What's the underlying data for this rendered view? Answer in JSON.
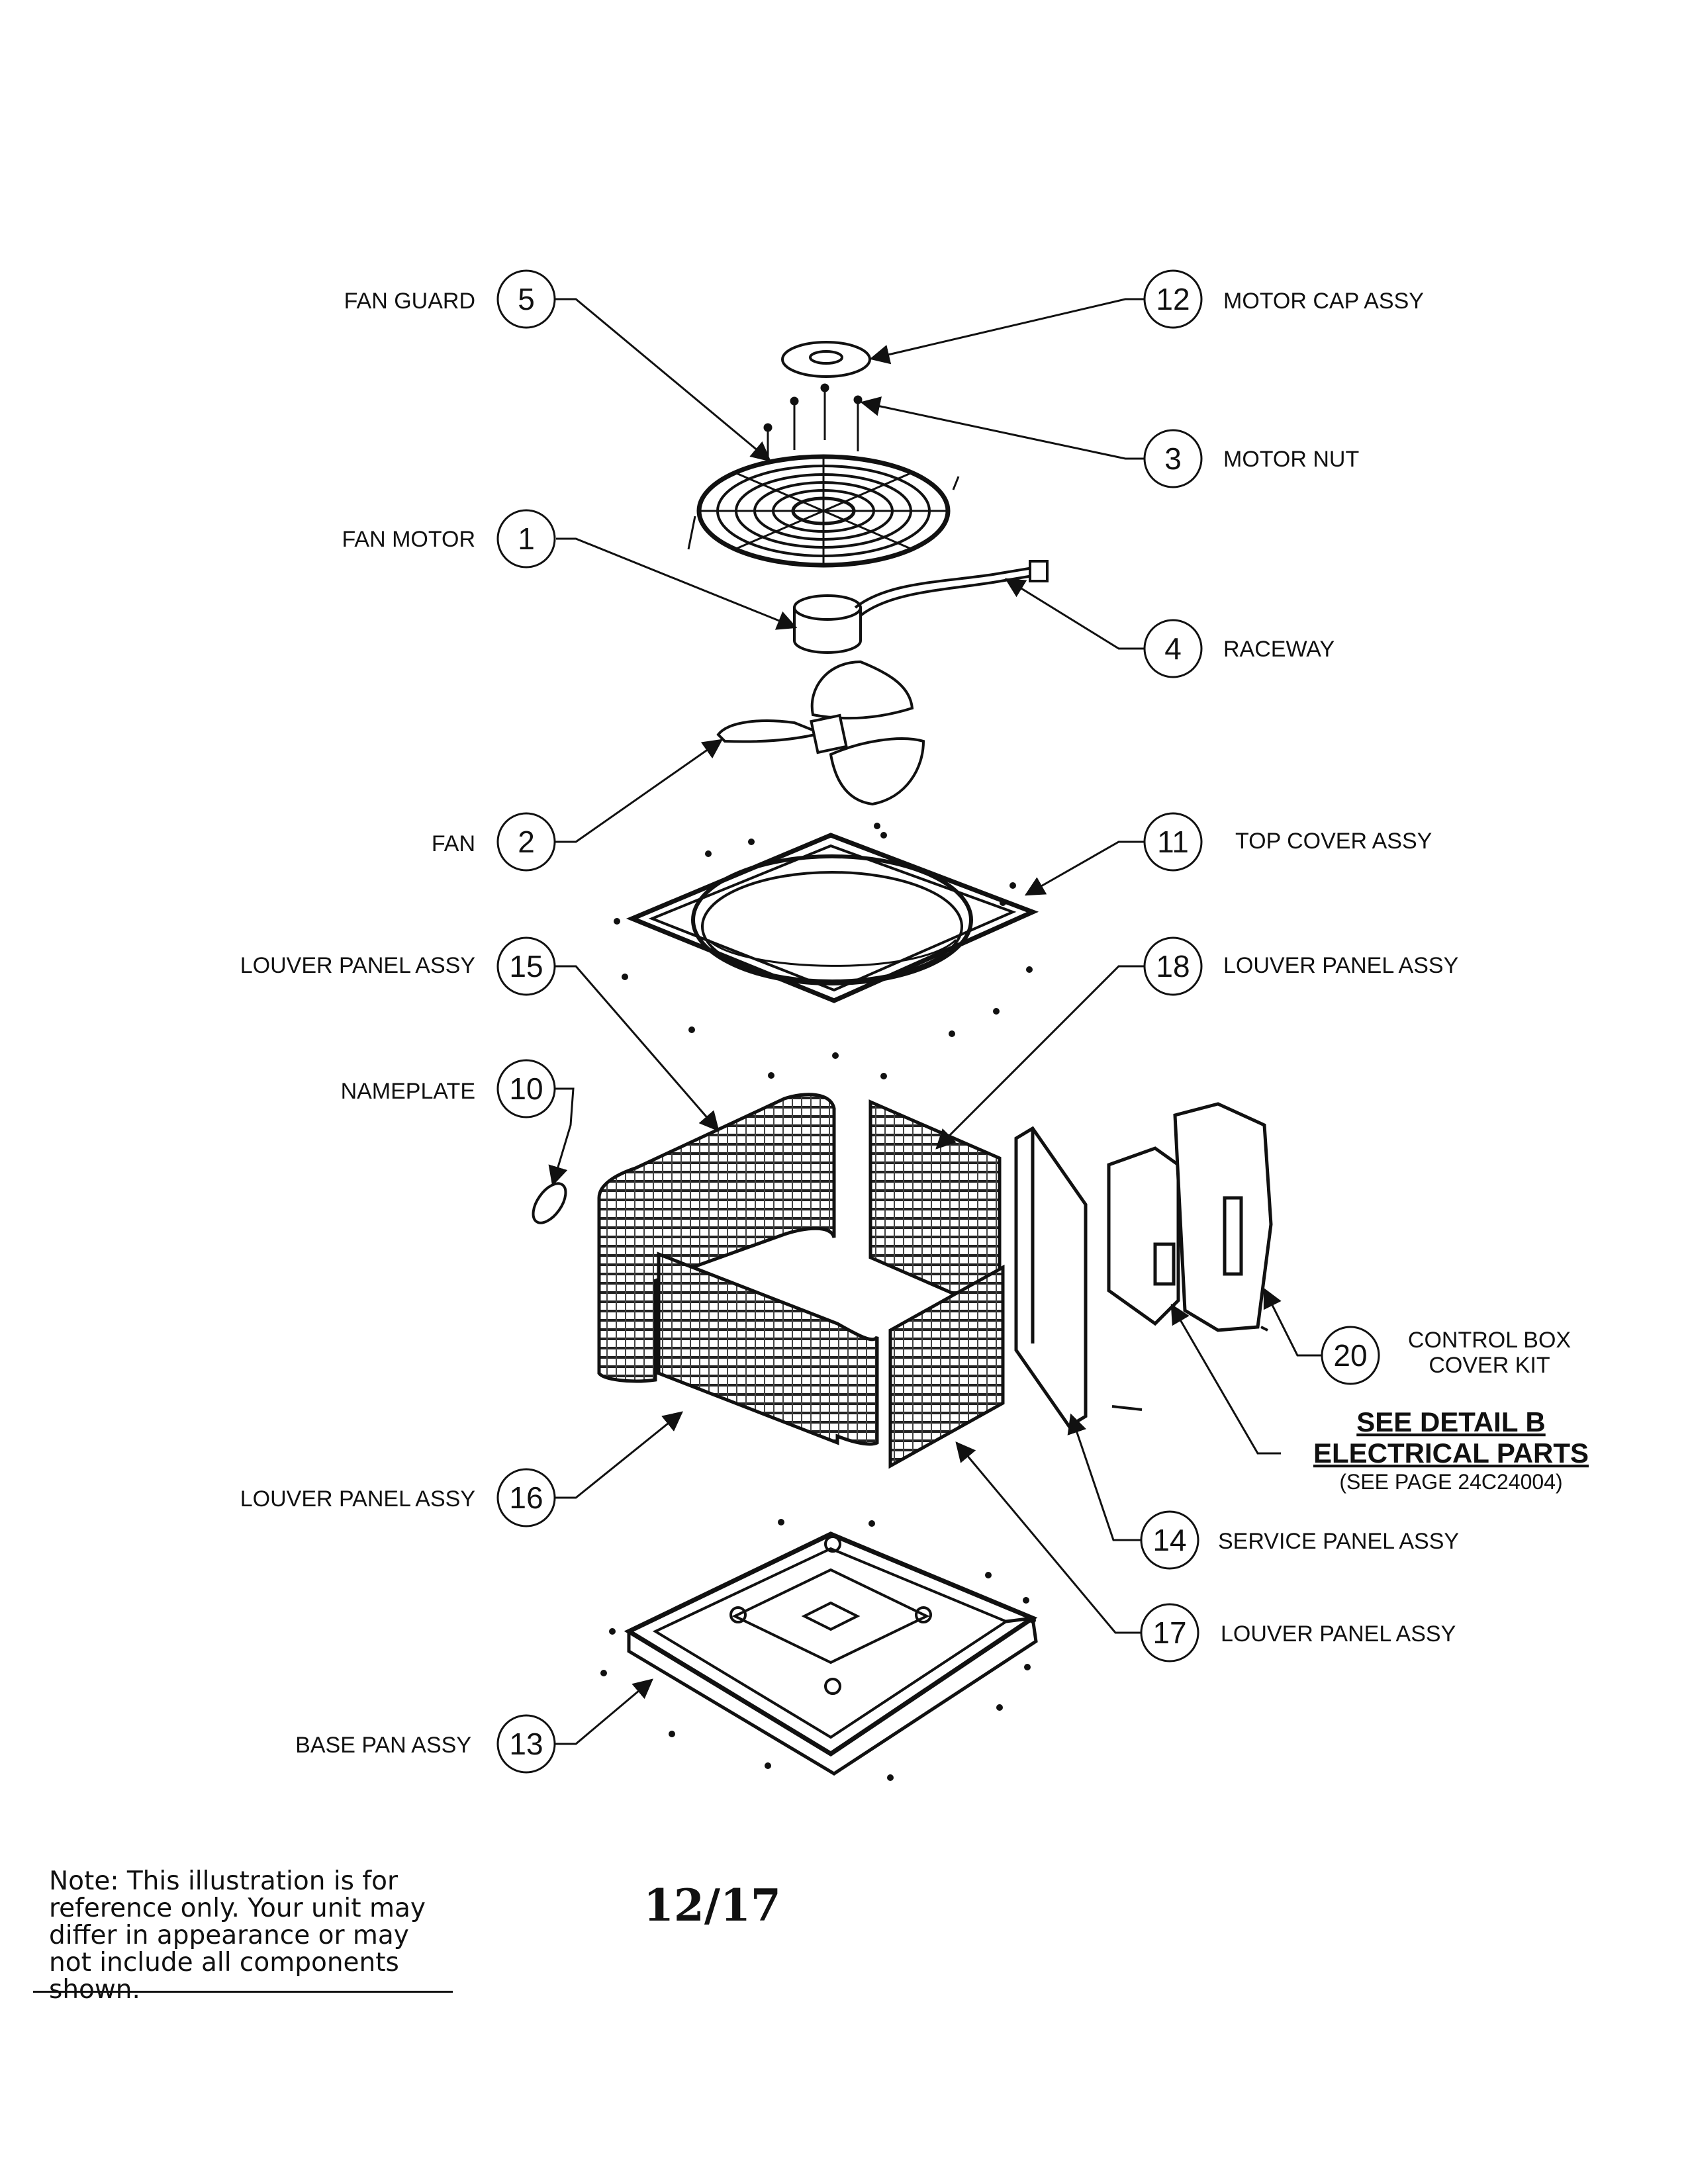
{
  "callouts": [
    {
      "number": "5",
      "label": "FAN GUARD"
    },
    {
      "number": "12",
      "label": "MOTOR CAP ASSY"
    },
    {
      "number": "3",
      "label": "MOTOR NUT"
    },
    {
      "number": "1",
      "label": "FAN MOTOR"
    },
    {
      "number": "4",
      "label": "RACEWAY"
    },
    {
      "number": "2",
      "label": "FAN"
    },
    {
      "number": "11",
      "label": "TOP COVER ASSY"
    },
    {
      "number": "15",
      "label": "LOUVER PANEL ASSY"
    },
    {
      "number": "18",
      "label": "LOUVER PANEL ASSY"
    },
    {
      "number": "10",
      "label": "NAMEPLATE"
    },
    {
      "number": "20",
      "label_line1": "CONTROL BOX",
      "label_line2": "COVER KIT"
    },
    {
      "number": "16",
      "label": "LOUVER PANEL ASSY"
    },
    {
      "number": "14",
      "label": "SERVICE PANEL ASSY"
    },
    {
      "number": "17",
      "label": "LOUVER PANEL ASSY"
    },
    {
      "number": "13",
      "label": "BASE PAN ASSY"
    }
  ],
  "detail_reference": {
    "line1": "SEE DETAIL B",
    "line2": "ELECTRICAL PARTS",
    "line3": "(SEE PAGE 24C24004)"
  },
  "note": "Note: This illustration is for reference only. Your unit may differ in appearance or may not include all components shown.",
  "page_number": "12/17"
}
